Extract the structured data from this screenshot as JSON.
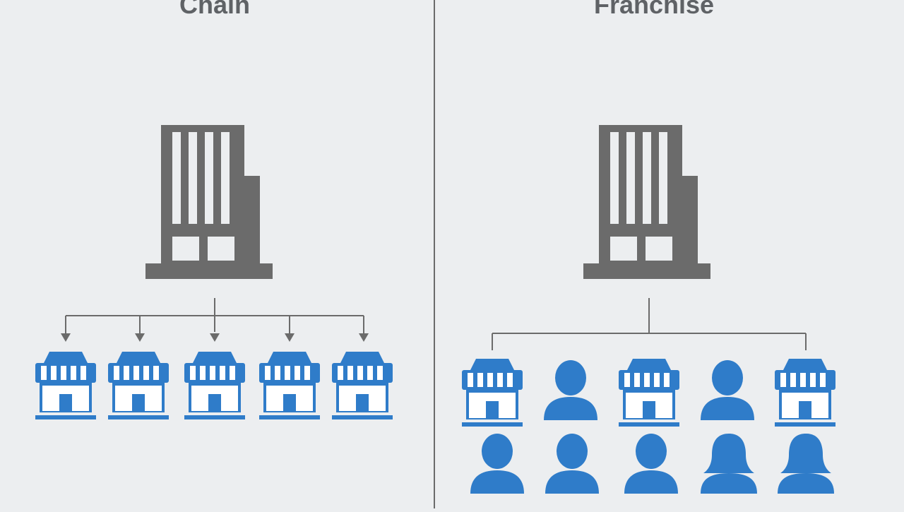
{
  "panels": {
    "chain": {
      "title": "Chain",
      "stores": 5
    },
    "franchise": {
      "title": "Franchise",
      "stores": 3,
      "franchisees": 7
    }
  },
  "colors": {
    "background": "#eceef0",
    "building": "#6b6b6b",
    "store": "#2f7cc9",
    "connector": "#6b6b6b"
  },
  "icons": [
    "headquarters-building-icon",
    "storefront-icon",
    "person-icon",
    "woman-icon",
    "arrow-down-icon"
  ]
}
